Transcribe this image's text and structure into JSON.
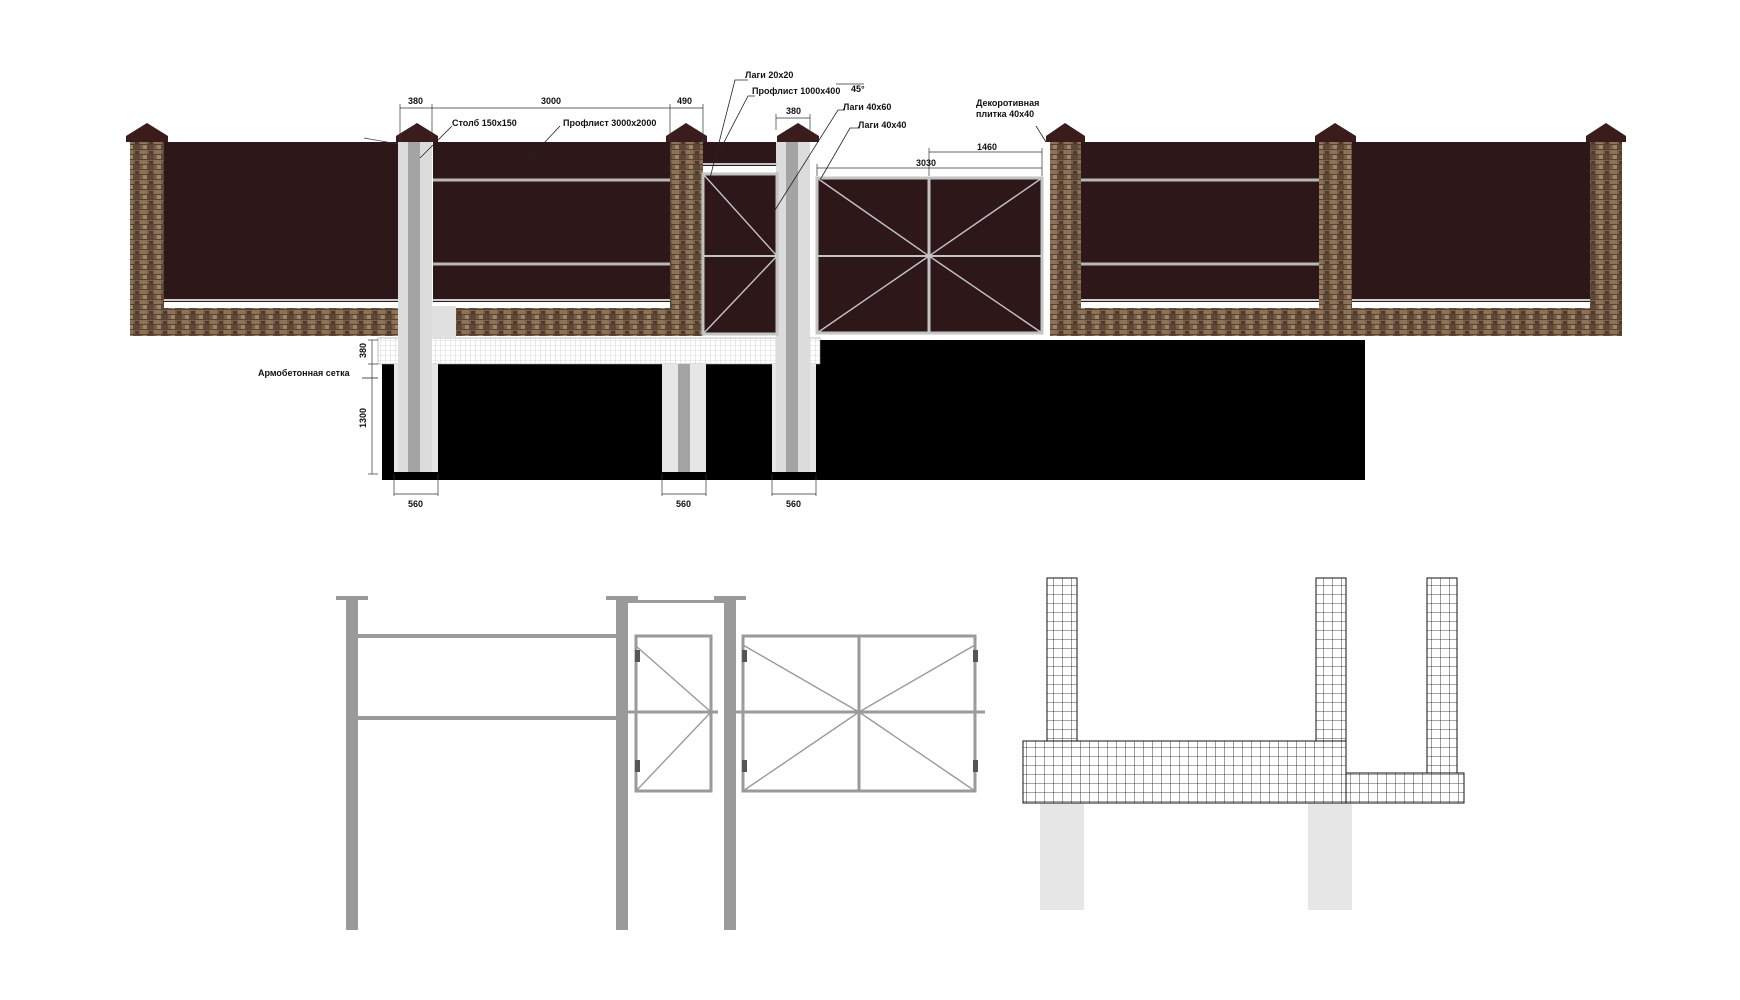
{
  "labels": {
    "lagi_20x20": "Лаги 20x20",
    "proflist_1000x400": "Профлист 1000x400",
    "angle_45": "45°",
    "lagi_40x60": "Лаги 40x60",
    "lagi_40x40": "Лаги 40x40",
    "stolb_150x150": "Столб 150x150",
    "proflist_3000x2000": "Профлист 3000x2000",
    "decor_tile_line1": "Декоротивная",
    "decor_tile_line2": "плитка 40x40",
    "armobeton_mesh": "Армобетонная сетка"
  },
  "dimensions": {
    "pillar_width": "380",
    "panel_span": "3000",
    "wicket_span": "490",
    "gate_pillar_width": "380",
    "gate_leaf": "1460",
    "gate_span": "3030",
    "strip_height": "380",
    "foundation_depth": "1300",
    "pile_width_1": "560",
    "pile_width_2": "560",
    "pile_width_3": "560"
  },
  "colors": {
    "sheet": "#2e1718",
    "brick": "#7a6048",
    "cap": "#3a1c1c",
    "steel": "#9a9a9a",
    "ground": "#000000",
    "concrete": "#e6e6e6"
  }
}
